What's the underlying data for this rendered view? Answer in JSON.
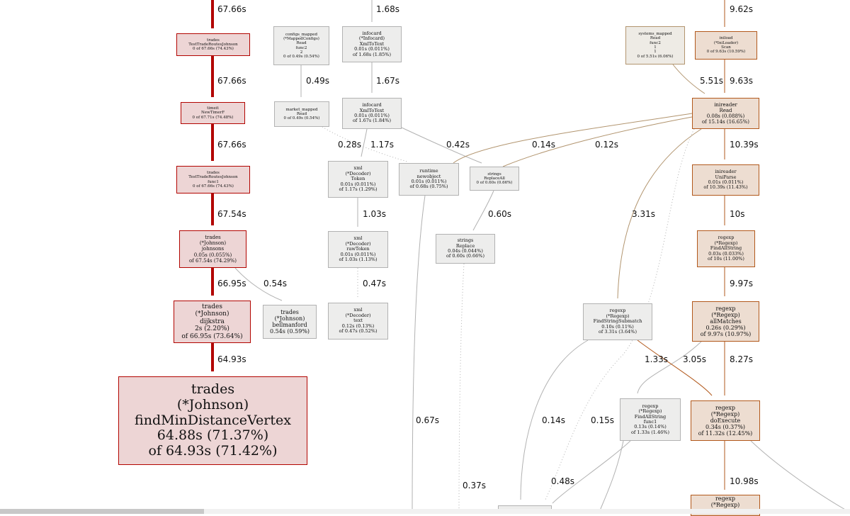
{
  "nodes": [
    {
      "id": "n1",
      "name": "node-trades-testtraderoutesjohnson",
      "color": "red",
      "size": 5.5,
      "lines": [
        "trades",
        "TestTradeRoutesJohnson",
        "0 of 67.66s (74.43%)"
      ]
    },
    {
      "id": "n2",
      "name": "node-timeit-newtimerf",
      "color": "red",
      "size": 5.5,
      "lines": [
        "timeit",
        "NewTimerF",
        "0 of 67.71s (74.48%)"
      ]
    },
    {
      "id": "n3",
      "name": "node-trades-testtraderoutesjohnson-func1",
      "color": "red",
      "size": 5.5,
      "lines": [
        "trades",
        "TestTradeRoutesJohnson",
        "func1",
        "0 of 67.66s (74.43%)"
      ]
    },
    {
      "id": "n4",
      "name": "node-trades-johnson-johnsons",
      "color": "red",
      "size": 7,
      "lines": [
        "trades",
        "(*Johnson)",
        "johnsons",
        "0.05s (0.055%)",
        "of 67.54s (74.29%)"
      ]
    },
    {
      "id": "n5",
      "name": "node-trades-johnson-dijkstra",
      "color": "red",
      "size": 9,
      "lines": [
        "trades",
        "(*Johnson)",
        "dijkstra",
        "2s (2.20%)",
        "of 66.95s (73.64%)"
      ]
    },
    {
      "id": "n6",
      "name": "node-trades-johnson-findmindistancevertex",
      "color": "big",
      "size": 19,
      "lines": [
        "trades",
        "(*Johnson)",
        "findMinDistanceVertex",
        "64.88s (71.37%)",
        "of 64.93s (71.42%)"
      ]
    },
    {
      "id": "n7",
      "name": "node-trades-johnson-bellmanford",
      "color": "grey",
      "size": 8,
      "lines": [
        "trades",
        "(*Johnson)",
        "bellmanford",
        "0.54s (0.59%)"
      ]
    },
    {
      "id": "n8",
      "name": "node-configs-mapped-read-func2",
      "color": "grey",
      "size": 5.5,
      "lines": [
        "configs_mapped",
        "(*MappedConfigs)",
        "Read",
        "func2",
        "2",
        "0 of 0.49s (0.54%)"
      ]
    },
    {
      "id": "n9",
      "name": "node-market-mapped-read",
      "color": "grey",
      "size": 5.5,
      "lines": [
        "market_mapped",
        "Read",
        "0 of 0.49s (0.54%)"
      ]
    },
    {
      "id": "n10",
      "name": "node-infocard-infocard-xmltotext",
      "color": "grey",
      "size": 6.5,
      "lines": [
        "infocard",
        "(*Infocard)",
        "XmlToText",
        "0.01s (0.011%)",
        "of 1.68s (1.85%)"
      ]
    },
    {
      "id": "n11",
      "name": "node-infocard-xmltotext",
      "color": "grey",
      "size": 6.5,
      "lines": [
        "infocard",
        "XmlToText",
        "0.01s (0.011%)",
        "of 1.67s (1.84%)"
      ]
    },
    {
      "id": "n12",
      "name": "node-xml-decoder-token",
      "color": "grey",
      "size": 6.5,
      "lines": [
        "xml",
        "(*Decoder)",
        "Token",
        "0.01s (0.011%)",
        "of 1.17s (1.29%)"
      ]
    },
    {
      "id": "n13",
      "name": "node-xml-decoder-rawtoken",
      "color": "grey",
      "size": 6.5,
      "lines": [
        "xml",
        "(*Decoder)",
        "rawToken",
        "0.01s (0.011%)",
        "of 1.03s (1.13%)"
      ]
    },
    {
      "id": "n14",
      "name": "node-xml-decoder-text",
      "color": "grey",
      "size": 6.5,
      "lines": [
        "xml",
        "(*Decoder)",
        "text",
        "0.12s (0.13%)",
        "of 0.47s (0.52%)"
      ]
    },
    {
      "id": "n15",
      "name": "node-runtime-newobject",
      "color": "grey",
      "size": 6.5,
      "lines": [
        "runtime",
        "newobject",
        "0.01s (0.011%)",
        "of 0.68s (0.75%)"
      ]
    },
    {
      "id": "n16",
      "name": "node-strings-replaceall",
      "color": "grey",
      "size": 5.5,
      "lines": [
        "strings",
        "ReplaceAll",
        "0 of 0.60s (0.66%)"
      ]
    },
    {
      "id": "n17",
      "name": "node-strings-replace",
      "color": "grey",
      "size": 6.5,
      "lines": [
        "strings",
        "Replace",
        "0.04s (0.044%)",
        "of 0.60s (0.66%)"
      ]
    },
    {
      "id": "n18",
      "name": "node-systems-mapped-read-func2",
      "color": "beige",
      "size": 5.5,
      "lines": [
        "systems_mapped",
        "Read",
        "func2",
        "1",
        "1",
        "0 of 5.51s (6.06%)"
      ]
    },
    {
      "id": "n19",
      "name": "node-iniload-iniloader-scan",
      "color": "tan",
      "size": 5.5,
      "lines": [
        "iniload",
        "(*IniLoader)",
        "Scan",
        "0 of 9.63s (10.59%)"
      ]
    },
    {
      "id": "n20",
      "name": "node-inireader-read",
      "color": "tan",
      "size": 7,
      "lines": [
        "inireader",
        "Read",
        "0.08s (0.088%)",
        "of 15.14s (16.65%)"
      ]
    },
    {
      "id": "n21",
      "name": "node-inireader-uniparse",
      "color": "tan",
      "size": 6.5,
      "lines": [
        "inireader",
        "UniParse",
        "0.01s (0.011%)",
        "of 10.39s (11.43%)"
      ]
    },
    {
      "id": "n22",
      "name": "node-regexp-findallstring",
      "color": "tan",
      "size": 6.5,
      "lines": [
        "regexp",
        "(*Regexp)",
        "FindAllString",
        "0.03s (0.033%)",
        "of 10s (11.00%)"
      ]
    },
    {
      "id": "n23",
      "name": "node-regexp-allmatches",
      "color": "tan",
      "size": 8,
      "lines": [
        "regexp",
        "(*Regexp)",
        "allMatches",
        "0.26s (0.29%)",
        "of 9.97s (10.97%)"
      ]
    },
    {
      "id": "n24",
      "name": "node-regexp-findstringsubmatch",
      "color": "grey",
      "size": 6.5,
      "lines": [
        "regexp",
        "(*Regexp)",
        "FindStringSubmatch",
        "0.10s (0.11%)",
        "of 3.31s (3.64%)"
      ]
    },
    {
      "id": "n25",
      "name": "node-regexp-findallstring-func1",
      "color": "grey",
      "size": 6.5,
      "lines": [
        "regexp",
        "(*Regexp)",
        "FindAllString",
        "func1",
        "0.13s (0.14%)",
        "of 1.33s (1.46%)"
      ]
    },
    {
      "id": "n26",
      "name": "node-regexp-doexecute",
      "color": "tan",
      "size": 8,
      "lines": [
        "regexp",
        "(*Regexp)",
        "doExecute",
        "0.34s (0.37%)",
        "of 11.32s (12.45%)"
      ]
    },
    {
      "id": "n27",
      "name": "node-regexp-partial",
      "color": "tan",
      "size": 8,
      "lines": [
        "regexp",
        "(*Regexp)"
      ]
    },
    {
      "id": "n28",
      "name": "node-partial-bottom",
      "color": "grey",
      "size": 6,
      "lines": []
    }
  ],
  "edge_labels": [
    "67.66s",
    "67.66s",
    "67.66s",
    "67.54s",
    "66.95s",
    "64.93s",
    "0.54s",
    "0.49s",
    "1.68s",
    "1.67s",
    "0.28s",
    "1.17s",
    "0.42s",
    "1.03s",
    "0.47s",
    "0.60s",
    "0.67s",
    "0.37s",
    "9.62s",
    "5.51s",
    "9.63s",
    "10.39s",
    "10s",
    "9.97s",
    "0.14s",
    "0.12s",
    "3.31s",
    "1.33s",
    "3.05s",
    "8.27s",
    "0.14s",
    "0.15s",
    "0.48s",
    "10.98s"
  ],
  "colors": {
    "red_border": "#b20400",
    "red_fill": "#edd5d5",
    "tan_border": "#b2591c",
    "tan_fill": "#edddd1",
    "beige_border": "#b2956f",
    "beige_fill": "#eeebe5",
    "grey_border": "#b2b2b2",
    "grey_fill": "#ededec"
  }
}
